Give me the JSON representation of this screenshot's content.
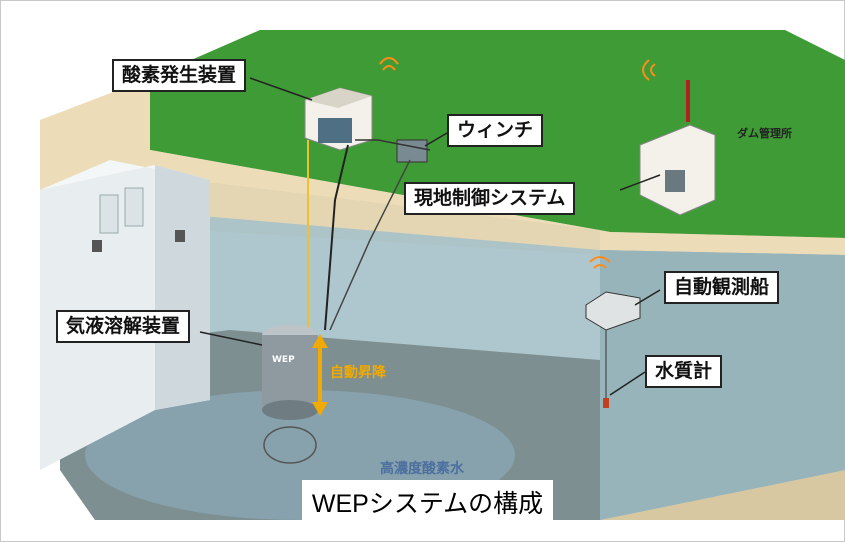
{
  "labels": {
    "oxygen_generator": "酸素発生装置",
    "winch": "ウィンチ",
    "dam_office": "ダム管理所",
    "local_control": "現地制御システム",
    "auto_boat": "自動観測船",
    "gas_liquid": "気液溶解装置",
    "water_meter": "水質計",
    "auto_lift": "自動昇降",
    "low_oxygen_water": "高濃度酸素水",
    "device_mark": "WEP"
  },
  "caption": "WEPシステムの構成",
  "colors": {
    "grass": "#3f9b35",
    "ground": "#eddcb8",
    "water": "#9fbcc6",
    "deep_water": "#7f9496",
    "dam_wall": "#e8eef0",
    "wire_yellow": "#f0c030",
    "lift_arrow": "#f2a900",
    "signal_orange": "#ff8c1a"
  },
  "icons": {
    "signal": "wifi-signal-icon",
    "antenna": "radio-tower-icon"
  }
}
